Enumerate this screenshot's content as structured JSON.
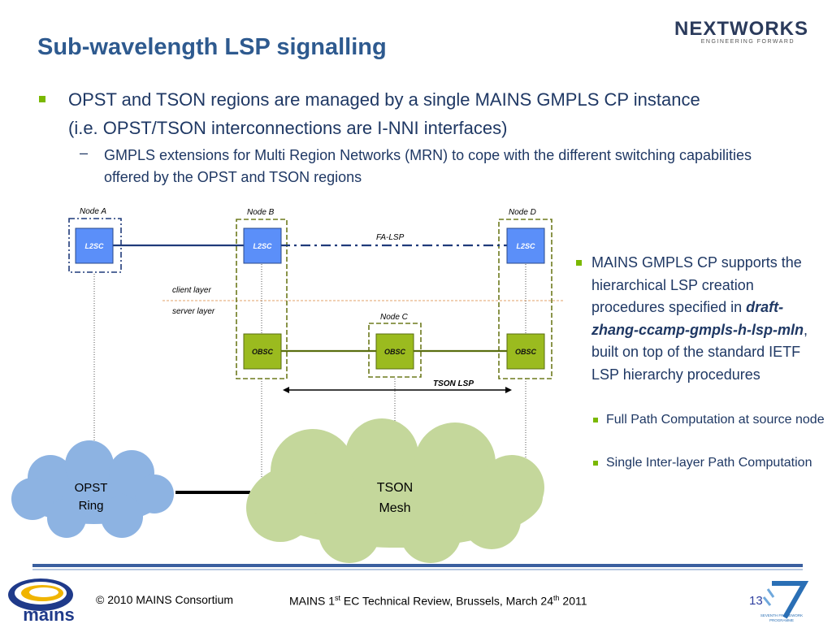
{
  "slide": {
    "title": "Sub-wavelength LSP signalling",
    "logo_top_right": {
      "word": "NEXTWORKS",
      "tagline": "ENGINEERING FORWARD"
    },
    "bullets": {
      "main": "OPST and TSON regions are managed by a single MAINS GMPLS CP instance (i.e. OPST/TSON interconnections are I-NNI interfaces)",
      "sub": "GMPLS extensions for Multi Region Networks (MRN) to cope with the different switching capabilities offered by the OPST and TSON regions",
      "sub_dash": "–"
    },
    "right_panel": {
      "text_before": "MAINS GMPLS CP supports the hierarchical LSP creation procedures specified in ",
      "text_emph": "draft-zhang-ccamp-gmpls-h-lsp-mln",
      "text_after": ",  built on top of the standard IETF LSP hierarchy procedures",
      "sub1": "Full Path Computation at source node",
      "sub2": "Single Inter-layer Path Computation"
    },
    "footer": {
      "copyright": "© 2010 MAINS Consortium",
      "review_pre": "MAINS 1",
      "review_sup1": "st",
      "review_mid": " EC Technical Review, Brussels, March 24",
      "review_sup2": "th",
      "review_post": " 2011",
      "page": "13",
      "logo_left": "mains",
      "logo_right_line1": "SEVENTH FRAMEWORK",
      "logo_right_line2": "PROGRAMME"
    }
  },
  "diagram": {
    "nodes": {
      "a": "Node A",
      "b": "Node B",
      "c": "Node C",
      "d": "Node D"
    },
    "box_l2sc": "L2SC",
    "box_obsc": "OBSC",
    "fa_lsp": "FA-LSP",
    "client_layer": "client layer",
    "server_layer": "server layer",
    "tson_lsp": "TSON LSP",
    "opst_cloud": [
      "OPST",
      "Ring"
    ],
    "tson_cloud": [
      "TSON",
      "Mesh"
    ],
    "colors": {
      "l2sc_fill": "#5b8ff9",
      "l2sc_border": "#2a4a8a",
      "obsc_fill": "#9bbb1f",
      "obsc_border": "#5a6e10",
      "opst_cloud": "#8db3e2",
      "tson_cloud": "#c4d79b",
      "dash_blue": "#1f3a7a",
      "dash_green": "#6d7a1d",
      "layer_divider": "#e2a06a",
      "fa_lsp_line": "#1f3a7a",
      "tson_lsp_line": "#5a6e10"
    }
  }
}
